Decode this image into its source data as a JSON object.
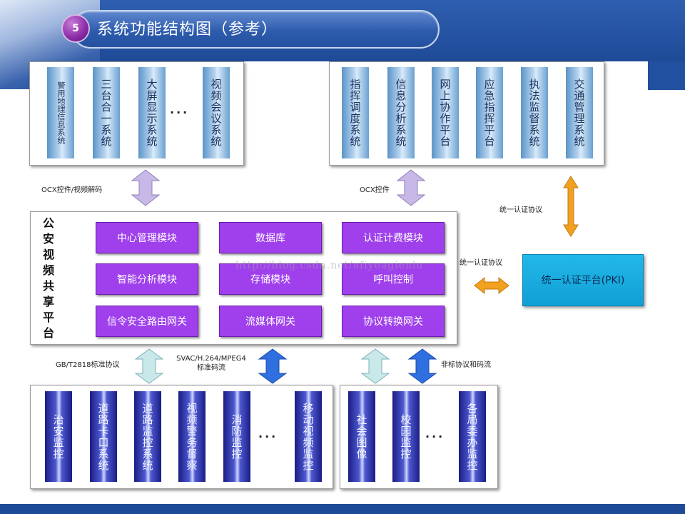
{
  "slide": {
    "number": "5",
    "title": "系统功能结构图（参考）"
  },
  "top_left_systems": [
    "警用地理信息系统",
    "三台合一系统",
    "大屏显示系统",
    "视频会议系统"
  ],
  "top_left_ellipsis": "···",
  "top_right_systems": [
    "指挥调度系统",
    "信息分析系统",
    "网上协作平台",
    "应急指挥平台",
    "执法监督系统",
    "交通管理系统"
  ],
  "platform": {
    "label": "公安视频共享平台",
    "modules": [
      "中心管理模块",
      "数据库",
      "认证计费模块",
      "智能分析模块",
      "存储模块",
      "呼叫控制",
      "信令安全路由网关",
      "流媒体网关",
      "协议转换网关"
    ]
  },
  "pki": {
    "label": "统一认证平台(PKI)"
  },
  "bottom_left_systems": [
    "治安监控",
    "道路卡口系统",
    "道路监控系统",
    "视频警务督察",
    "消防监控",
    "移动视频监控"
  ],
  "bottom_left_ellipsis": "···",
  "bottom_right_systems": [
    "社会图像",
    "校园监控",
    "各局委办监控"
  ],
  "bottom_right_ellipsis": "···",
  "connectors": {
    "ocx_decode": "OCX控件/视频解码",
    "ocx": "OCX控件",
    "auth_top": "统一认证协议",
    "auth_mid": "统一认证协议",
    "gb": "GB/T2818标准协议",
    "svac_line1": "SVAC/H.264/MPEG4",
    "svac_line2": "标准码流",
    "nonstandard": "非标协议和码流"
  },
  "watermark": "http://blog.csdn.net/afiyeagienlu",
  "colors": {
    "header_blue": "#1e4a97",
    "module_purple": "#9f40ec",
    "pki_cyan": "#22b8e8",
    "arrow_lilac": "#c8b8e8",
    "arrow_pale_teal": "#c9e8ea",
    "arrow_blue": "#2f6fe0",
    "arrow_orange": "#f2a020"
  }
}
